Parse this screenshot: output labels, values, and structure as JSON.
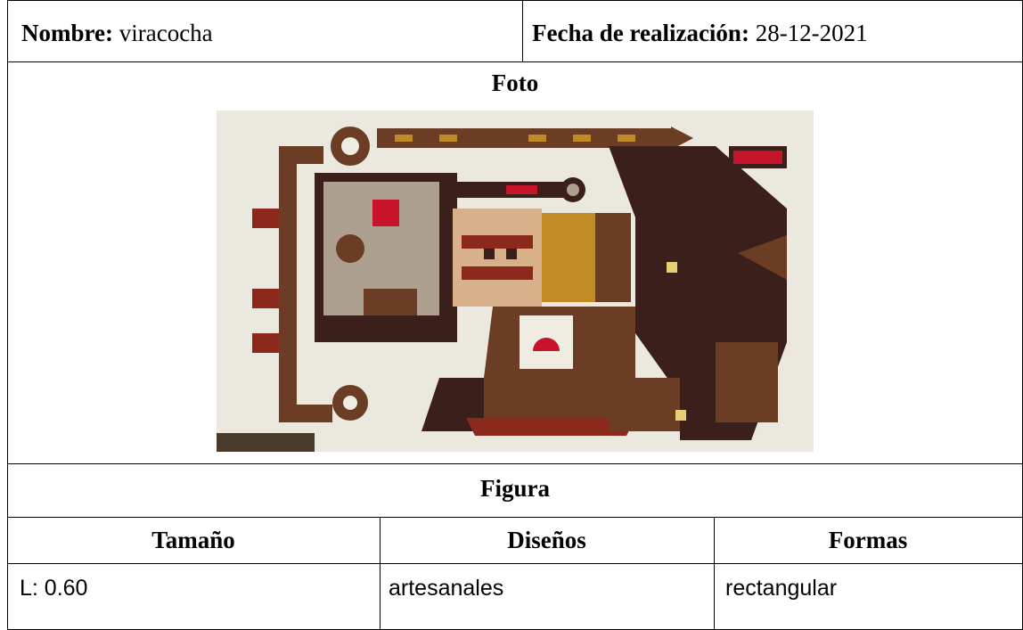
{
  "header": {
    "nombre_label": "Nombre:",
    "nombre_value": "viracocha",
    "fecha_label": "Fecha de realización:",
    "fecha_value": "28-12-2021"
  },
  "photo_section": {
    "title": "Foto",
    "image_icon": "woven-rug-photo"
  },
  "figure_section": {
    "title": "Figura"
  },
  "attributes": {
    "headers": [
      "Tamaño",
      "Diseños",
      "Formas"
    ],
    "values": [
      "L: 0.60",
      "artesanales",
      "rectangular"
    ]
  },
  "colors": {
    "rug_background": "#efece3",
    "rug_dark_brown": "#3a1f1a",
    "rug_brown": "#6b3d24",
    "rug_red": "#c8142a",
    "rug_ochre": "#c08a24",
    "rug_tan": "#d8b08a",
    "rug_gray": "#aea08f"
  }
}
